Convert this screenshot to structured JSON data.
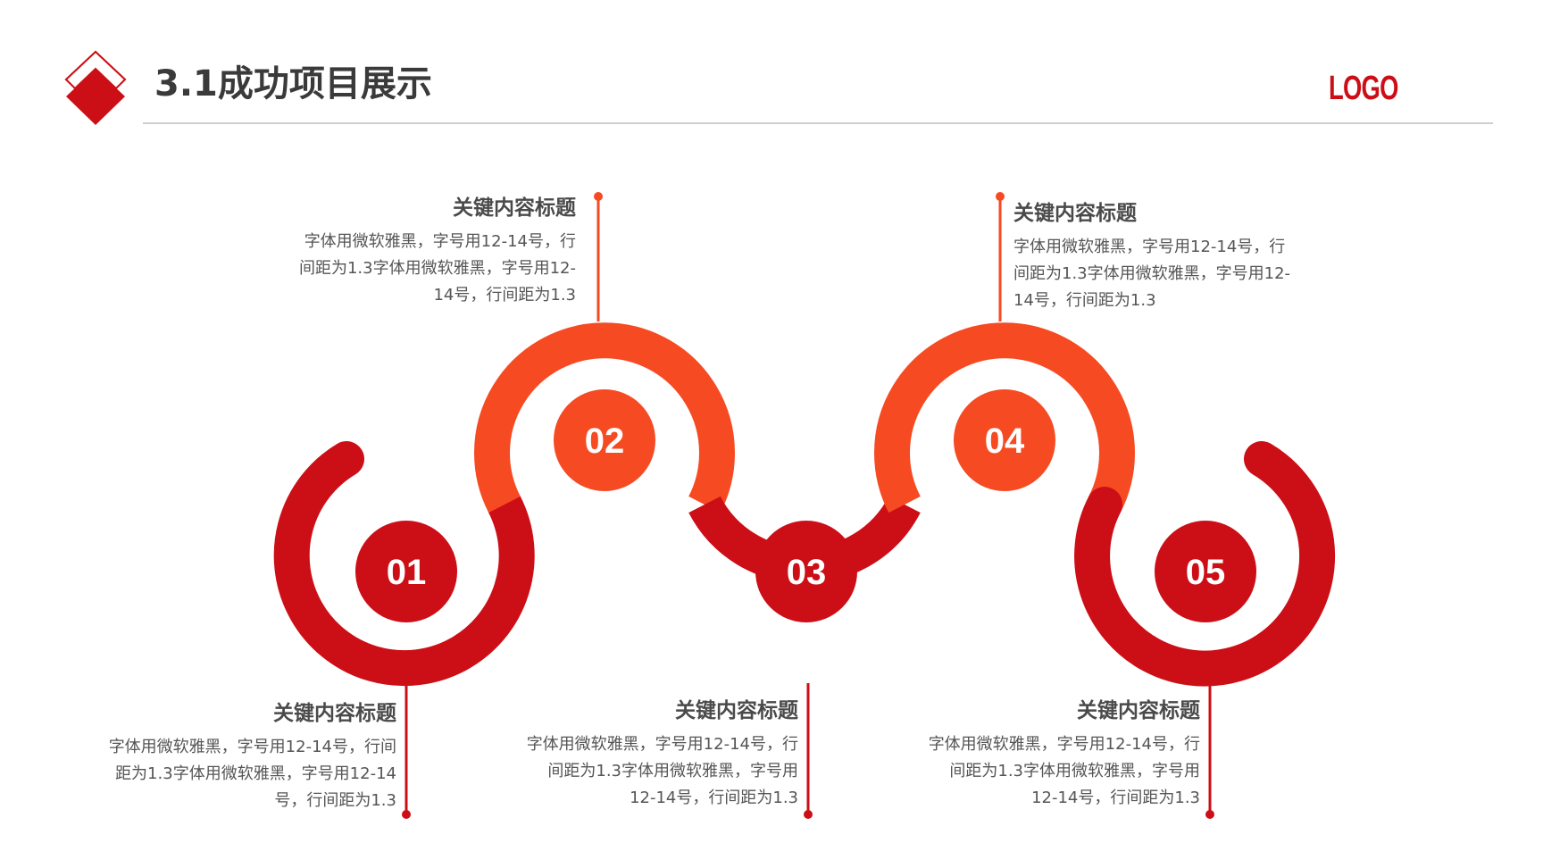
{
  "header": {
    "title": "3.1成功项目展示",
    "logo": "LOGO"
  },
  "colors": {
    "dark_red": "#cc0f16",
    "orange": "#f64a22",
    "text": "#555555",
    "title": "#4a4a4a",
    "rule": "#cfcfcf"
  },
  "steps": [
    {
      "number": "01",
      "title": "关键内容标题",
      "lines": [
        "字体用微软雅黑，字号用12-14号，行间",
        "距为1.3字体用微软雅黑，字号用12-14",
        "号，行间距为1.3"
      ]
    },
    {
      "number": "02",
      "title": "关键内容标题",
      "lines": [
        "字体用微软雅黑，字号用12-14号，行",
        "间距为1.3字体用微软雅黑，字号用12-",
        "14号，行间距为1.3"
      ]
    },
    {
      "number": "03",
      "title": "关键内容标题",
      "lines": [
        "字体用微软雅黑，字号用12-14号，行",
        "间距为1.3字体用微软雅黑，字号用",
        "12-14号，行间距为1.3"
      ]
    },
    {
      "number": "04",
      "title": "关键内容标题",
      "lines": [
        "字体用微软雅黑，字号用12-14号，行",
        "间距为1.3字体用微软雅黑，字号用12-",
        "14号，行间距为1.3"
      ]
    },
    {
      "number": "05",
      "title": "关键内容标题",
      "lines": [
        "字体用微软雅黑，字号用12-14号，行",
        "间距为1.3字体用微软雅黑，字号用",
        "12-14号，行间距为1.3"
      ]
    }
  ]
}
